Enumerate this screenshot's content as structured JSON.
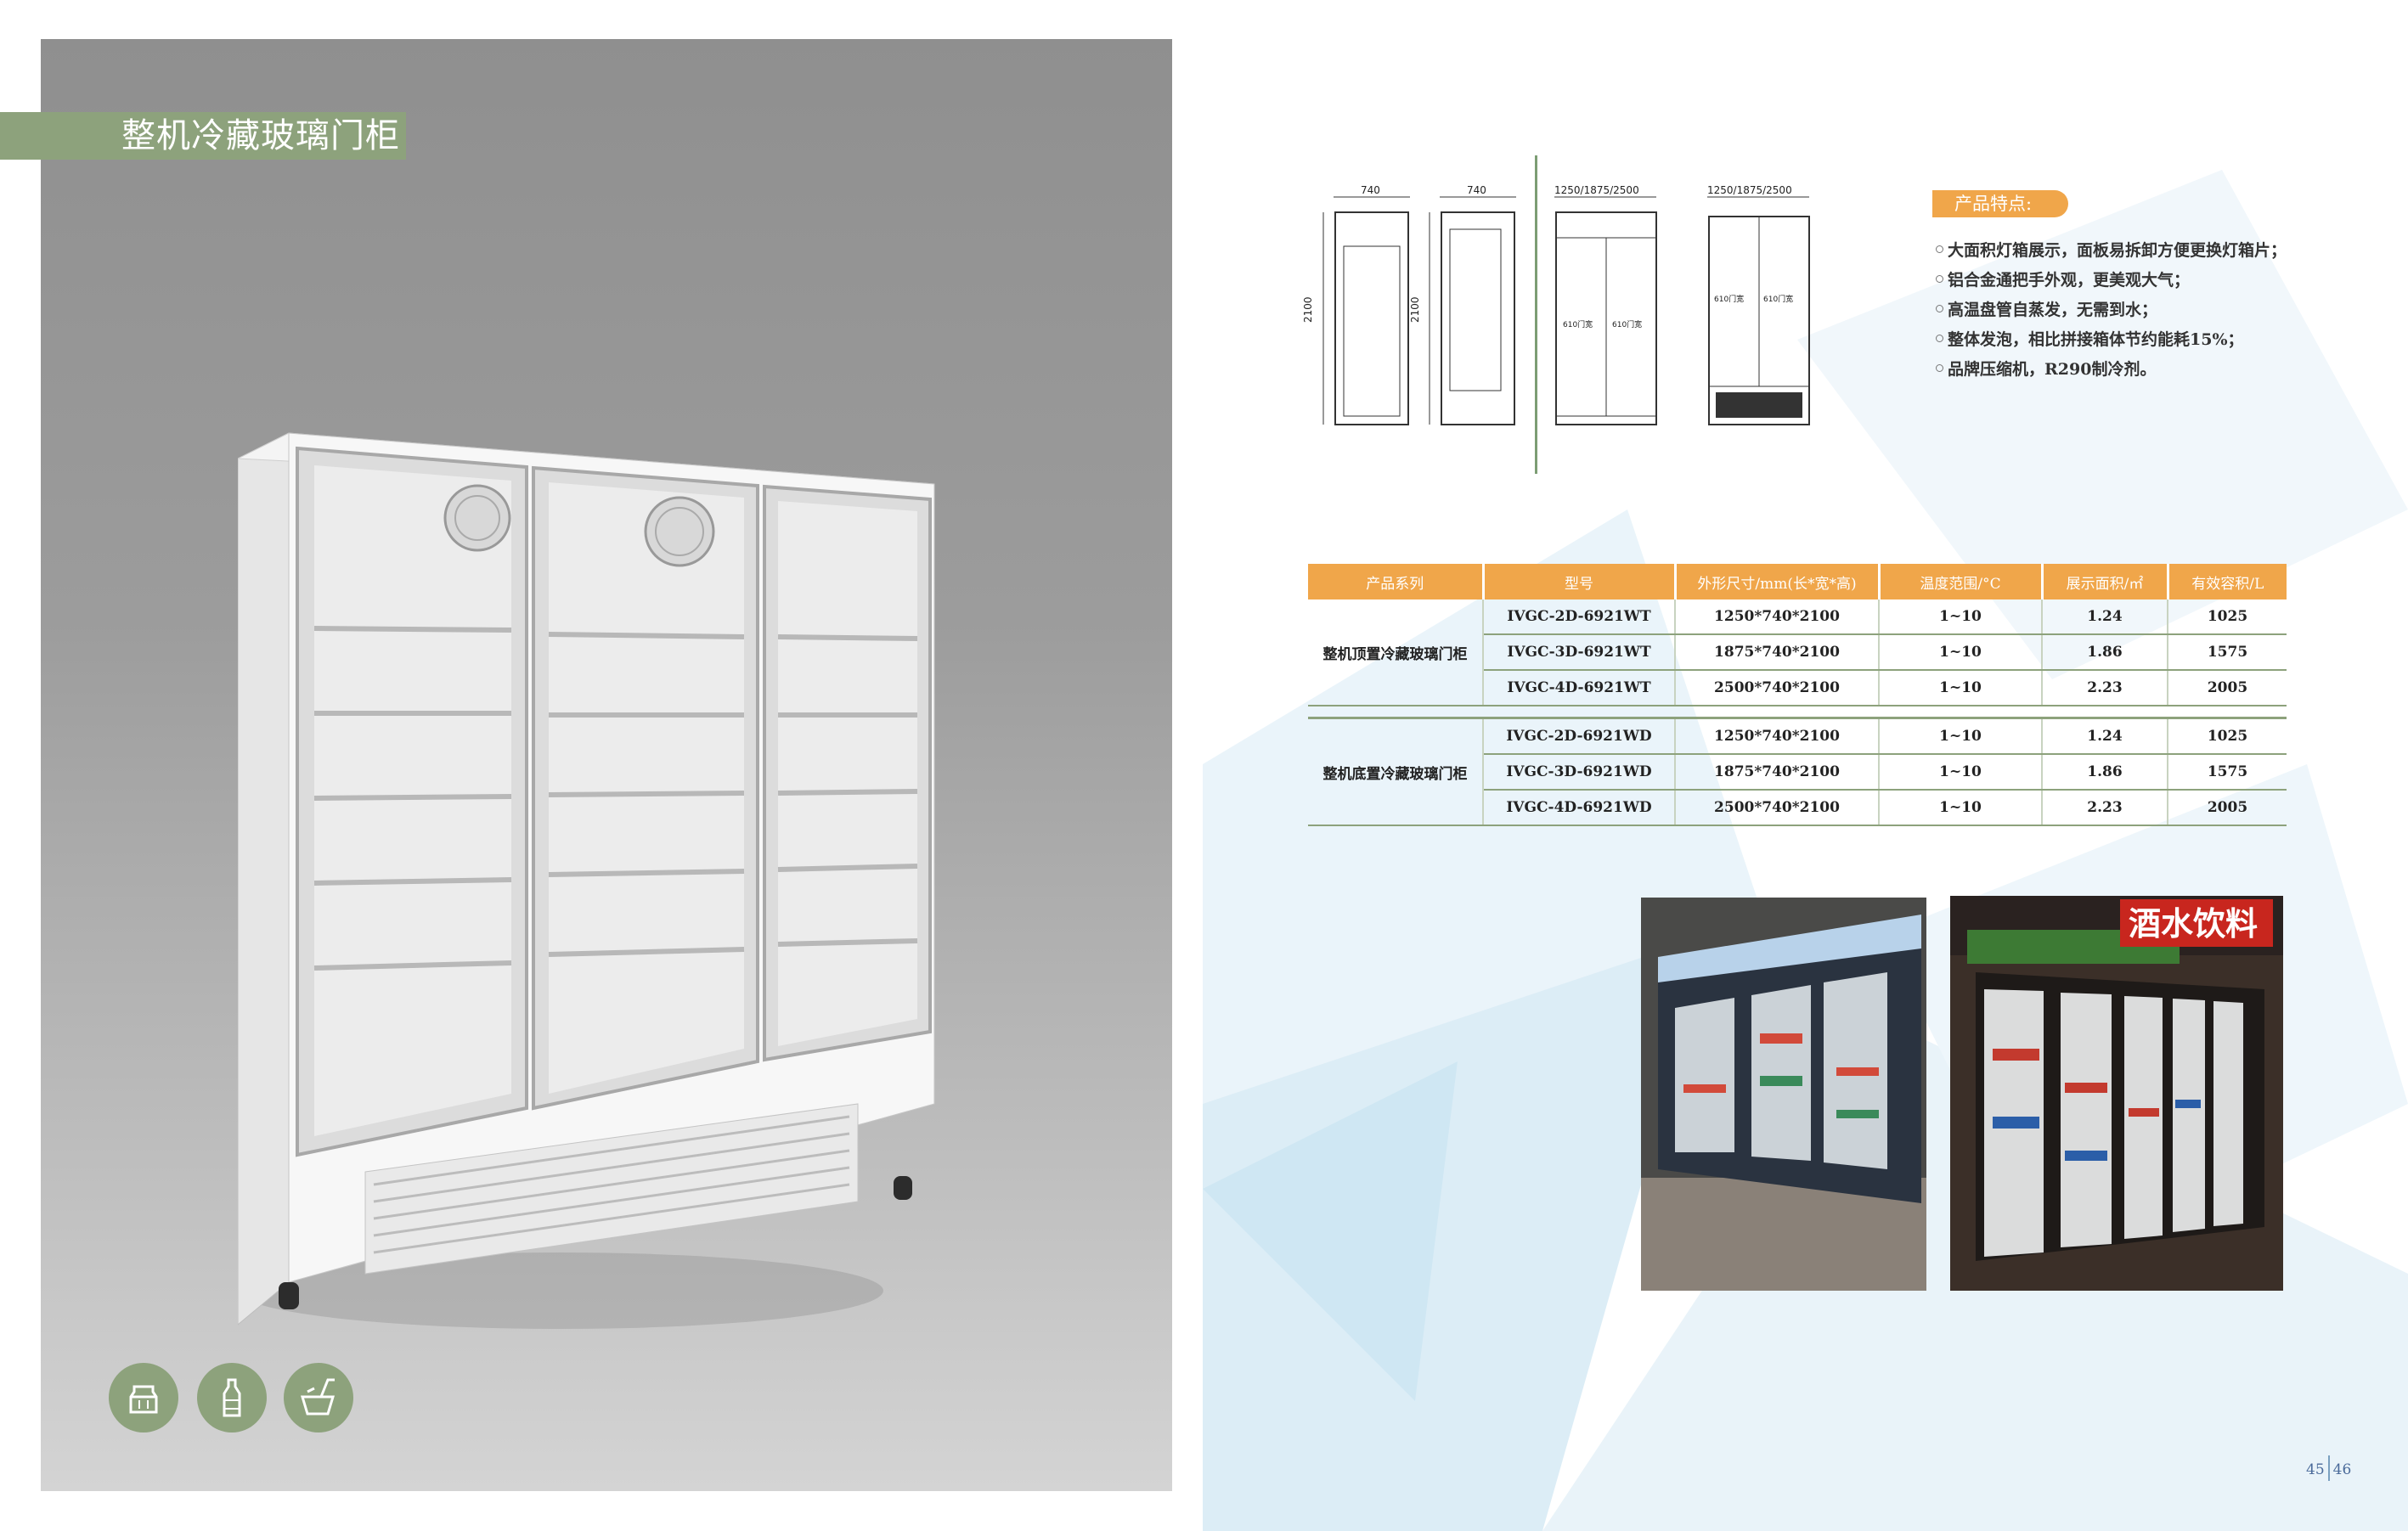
{
  "left_page": {
    "title": "整机冷藏玻璃门柜",
    "icons": [
      "milk-carton-icon",
      "bottle-icon",
      "cup-icon"
    ]
  },
  "drawings": {
    "dim_labels": [
      "740",
      "740",
      "1250/1875/2500",
      "1250/1875/2500"
    ],
    "height_labels": [
      "2100",
      "2100"
    ],
    "door_labels": [
      "610门宽",
      "610门宽",
      "610门宽",
      "610门宽"
    ]
  },
  "features": {
    "title": "产品特点:",
    "items": [
      "大面积灯箱展示，面板易拆卸方便更换灯箱片；",
      "铝合金通把手外观，更美观大气；",
      "高温盘管自蒸发，无需到水；",
      "整体发泡，相比拼接箱体节约能耗15%；",
      "品牌压缩机，R290制冷剂。"
    ]
  },
  "table": {
    "headers": [
      "产品系列",
      "型号",
      "外形尺寸/mm(长*宽*高)",
      "温度范围/°C",
      "展示面积/㎡",
      "有效容积/L"
    ],
    "groups": [
      {
        "series": "整机顶置冷藏玻璃门柜",
        "rows": [
          [
            "IVGC-2D-6921WT",
            "1250*740*2100",
            "1~10",
            "1.24",
            "1025"
          ],
          [
            "IVGC-3D-6921WT",
            "1875*740*2100",
            "1~10",
            "1.86",
            "1575"
          ],
          [
            "IVGC-4D-6921WT",
            "2500*740*2100",
            "1~10",
            "2.23",
            "2005"
          ]
        ]
      },
      {
        "series": "整机底置冷藏玻璃门柜",
        "rows": [
          [
            "IVGC-2D-6921WD",
            "1250*740*2100",
            "1~10",
            "1.24",
            "1025"
          ],
          [
            "IVGC-3D-6921WD",
            "1875*740*2100",
            "1~10",
            "1.86",
            "1575"
          ],
          [
            "IVGC-4D-6921WD",
            "2500*740*2100",
            "1~10",
            "2.23",
            "2005"
          ]
        ]
      }
    ]
  },
  "photos": {
    "sign_text": "酒水饮料"
  },
  "page_numbers": {
    "left": "45",
    "right": "46"
  },
  "colors": {
    "green": "#8da27c",
    "orange": "#f0a64a"
  }
}
